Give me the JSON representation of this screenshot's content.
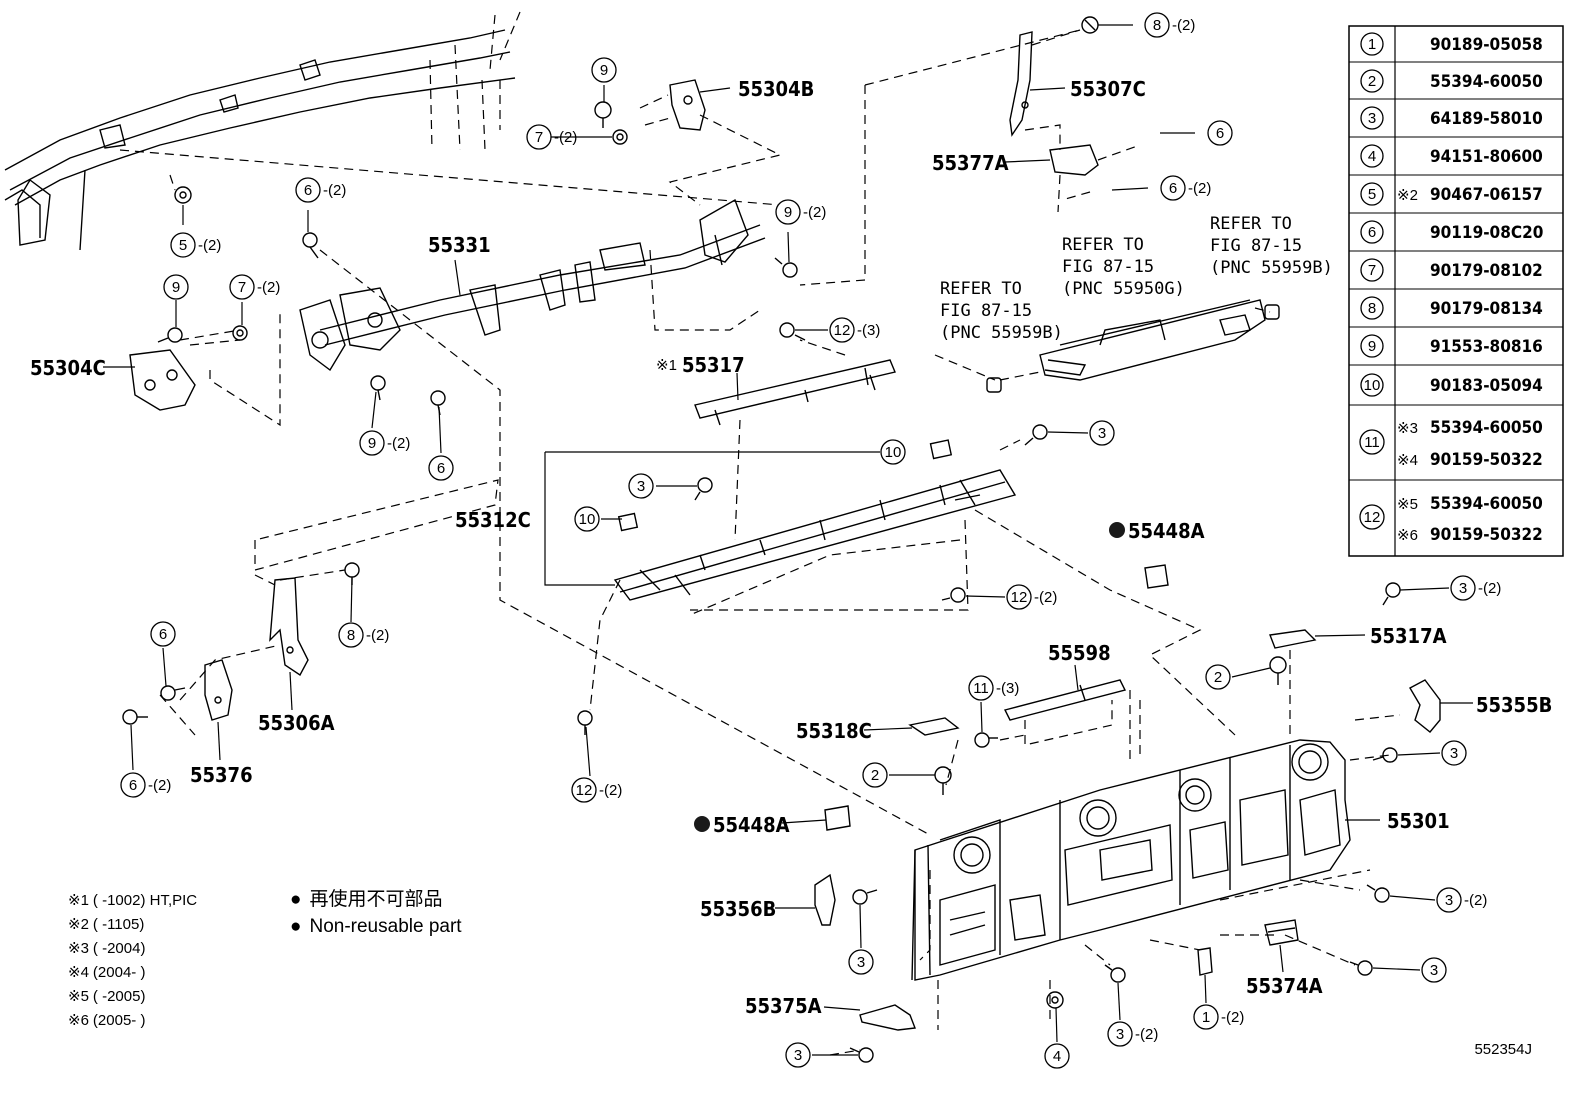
{
  "diagram_code": "552354J",
  "labels": {
    "p55304B": "55304B",
    "p55307C": "55307C",
    "p55377A": "55377A",
    "p55331": "55331",
    "p55304C": "55304C",
    "p55317": "55317",
    "p55317_mark": "※1",
    "p55312C": "55312C",
    "p55448A_top": "55448A",
    "p55448A_bottom": "55448A",
    "p55317A": "55317A",
    "p55598": "55598",
    "p55355B": "55355B",
    "p55318C": "55318C",
    "p55301": "55301",
    "p55306A": "55306A",
    "p55376": "55376",
    "p55356B": "55356B",
    "p55375A": "55375A",
    "p55374A": "55374A"
  },
  "refers": [
    {
      "line1": "REFER TO",
      "line2": "FIG 87-15",
      "line3": "(PNC 55950G)"
    },
    {
      "line1": "REFER TO",
      "line2": "FIG 87-15",
      "line3": "(PNC 55959B)"
    },
    {
      "line1": "REFER TO",
      "line2": "FIG 87-15",
      "line3": "(PNC 55959B)"
    }
  ],
  "callouts": {
    "c1": {
      "num": "8",
      "count": "-(2)"
    },
    "c2": {
      "num": "9",
      "count": ""
    },
    "c3": {
      "num": "7",
      "count": "-(2)"
    },
    "c4": {
      "num": "6",
      "count": ""
    },
    "c5": {
      "num": "6",
      "count": "-(2)"
    },
    "c6": {
      "num": "6",
      "count": "-(2)"
    },
    "c7": {
      "num": "9",
      "count": "-(2)"
    },
    "c8": {
      "num": "5",
      "count": "-(2)"
    },
    "c9": {
      "num": "9",
      "count": ""
    },
    "c10": {
      "num": "7",
      "count": "-(2)"
    },
    "c11": {
      "num": "12",
      "count": "-(3)"
    },
    "c12": {
      "num": "9",
      "count": "-(2)"
    },
    "c13": {
      "num": "6",
      "count": ""
    },
    "c14": {
      "num": "3",
      "count": ""
    },
    "c15": {
      "num": "10",
      "count": ""
    },
    "c16": {
      "num": "3",
      "count": ""
    },
    "c17": {
      "num": "10",
      "count": ""
    },
    "c18": {
      "num": "12",
      "count": "-(2)"
    },
    "c19": {
      "num": "8",
      "count": "-(2)"
    },
    "c20": {
      "num": "6",
      "count": ""
    },
    "c21": {
      "num": "6",
      "count": "-(2)"
    },
    "c22": {
      "num": "12",
      "count": "-(2)"
    },
    "c23": {
      "num": "3",
      "count": "-(2)"
    },
    "c24": {
      "num": "2",
      "count": ""
    },
    "c25": {
      "num": "11",
      "count": "-(3)"
    },
    "c26": {
      "num": "3",
      "count": ""
    },
    "c27": {
      "num": "2",
      "count": ""
    },
    "c28": {
      "num": "3",
      "count": ""
    },
    "c29": {
      "num": "3",
      "count": "-(2)"
    },
    "c30": {
      "num": "3",
      "count": ""
    },
    "c31": {
      "num": "3",
      "count": "-(2)"
    },
    "c32": {
      "num": "1",
      "count": "-(2)"
    },
    "c33": {
      "num": "4",
      "count": ""
    },
    "c34": {
      "num": "3",
      "count": ""
    }
  },
  "parts_table": [
    {
      "num": "1",
      "mark": "",
      "part": "90189-05058"
    },
    {
      "num": "2",
      "mark": "",
      "part": "55394-60050"
    },
    {
      "num": "3",
      "mark": "",
      "part": "64189-58010"
    },
    {
      "num": "4",
      "mark": "",
      "part": "94151-80600"
    },
    {
      "num": "5",
      "mark": "※2",
      "part": "90467-06157"
    },
    {
      "num": "6",
      "mark": "",
      "part": "90119-08C20"
    },
    {
      "num": "7",
      "mark": "",
      "part": "90179-08102"
    },
    {
      "num": "8",
      "mark": "",
      "part": "90179-08134"
    },
    {
      "num": "9",
      "mark": "",
      "part": "91553-80816"
    },
    {
      "num": "10",
      "mark": "",
      "part": "90183-05094"
    },
    {
      "num": "11",
      "mark_a": "※3",
      "part_a": "55394-60050",
      "mark_b": "※4",
      "part_b": "90159-50322"
    },
    {
      "num": "12",
      "mark_a": "※5",
      "part_a": "55394-60050",
      "mark_b": "※6",
      "part_b": "90159-50322"
    }
  ],
  "notes": [
    {
      "key": "※1",
      "val": "(    -1002) HT,PIC"
    },
    {
      "key": "※2",
      "val": "(    -1105)"
    },
    {
      "key": "※3",
      "val": "(        -2004)"
    },
    {
      "key": "※4",
      "val": "(2004-        )"
    },
    {
      "key": "※5",
      "val": "(        -2005)"
    },
    {
      "key": "※6",
      "val": "(2005-        )"
    }
  ],
  "legend": [
    {
      "bullet": "●",
      "text": "再使用不可部品"
    },
    {
      "bullet": "●",
      "text": "Non-reusable part"
    }
  ],
  "colors": {
    "line": "#000000",
    "background": "#ffffff",
    "fill_dark": "#1a1a1a"
  }
}
